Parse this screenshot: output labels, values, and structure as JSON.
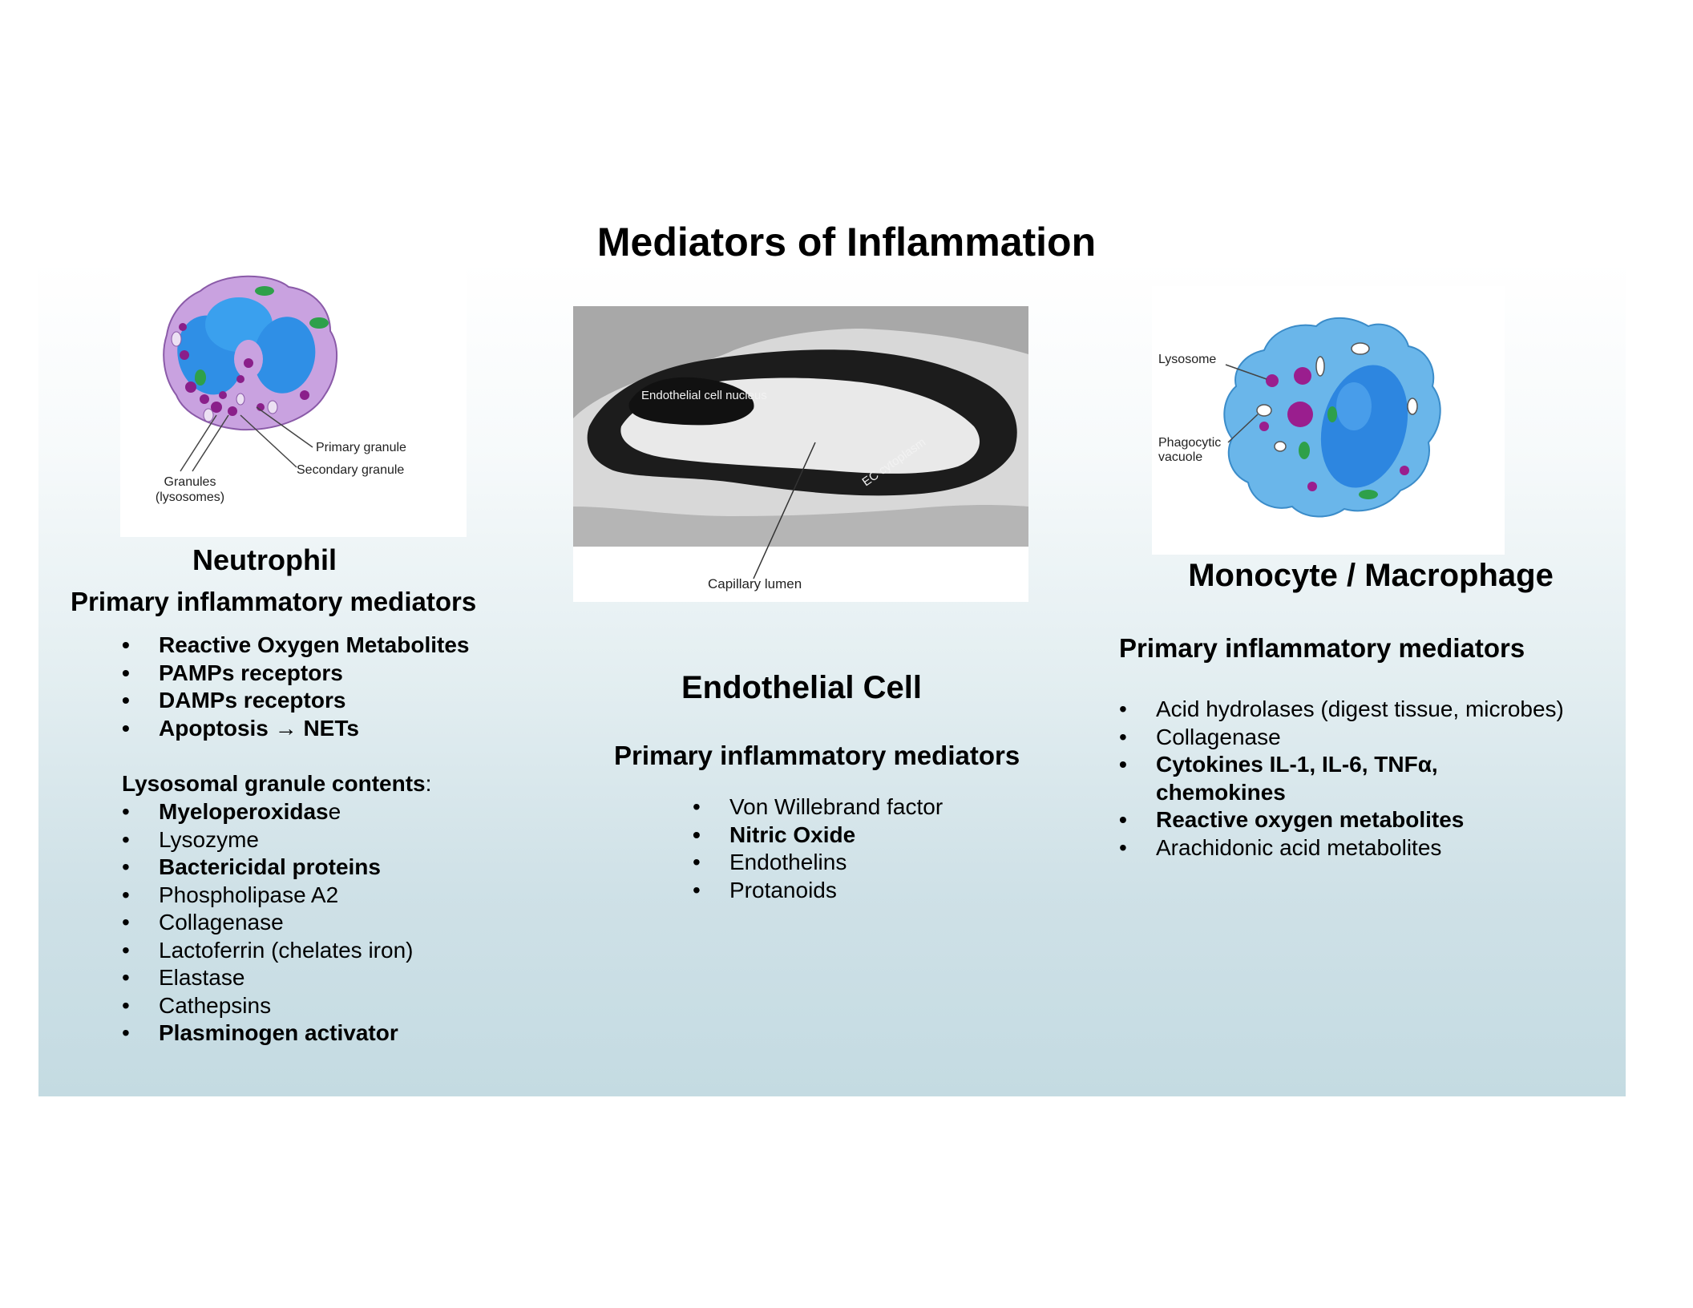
{
  "title": "Mediators of Inflammation",
  "neutrophil": {
    "name": "Neutrophil",
    "subtitle": "Primary inflammatory mediators",
    "items": [
      {
        "text": "Reactive Oxygen Metabolites"
      },
      {
        "text": "PAMPs receptors"
      },
      {
        "text": "DAMPs receptors"
      },
      {
        "pre": "Apoptosis ",
        "arrow": "→",
        "post": " NETs"
      }
    ],
    "lysosomal_heading": "Lysosomal granule contents",
    "lysosomal_colon": ":",
    "lysosomal_items": [
      {
        "bold": "Myeloperoxidas",
        "rest": "e"
      },
      {
        "bold": "",
        "rest": "Lysozyme"
      },
      {
        "bold": "Bactericidal proteins",
        "rest": ""
      },
      {
        "bold": "",
        "rest": "Phospholipase A2"
      },
      {
        "bold": "",
        "rest": "Collagenase"
      },
      {
        "bold": "",
        "rest": "Lactoferrin (chelates iron)"
      },
      {
        "bold": "",
        "rest": "Elastase"
      },
      {
        "bold": "",
        "rest": "Cathepsins"
      },
      {
        "bold": "Plasminogen activator",
        "rest": ""
      }
    ],
    "image_labels": {
      "primary_granule": "Primary granule",
      "secondary_granule": "Secondary granule",
      "granules_line1": "Granules",
      "granules_line2": "(lysosomes)"
    }
  },
  "endothelial": {
    "name": "Endothelial Cell",
    "subtitle": "Primary inflammatory mediators",
    "items": [
      {
        "text": "Von Willebrand factor",
        "bold": false
      },
      {
        "text": "Nitric Oxide",
        "bold": true
      },
      {
        "text": "Endothelins",
        "bold": false
      },
      {
        "text": "Protanoids",
        "bold": false
      }
    ],
    "image_labels": {
      "nucleus": "Endothelial  cell nucleus",
      "cytoplasm": "EC cytoplasm",
      "lumen": "Capillary lumen"
    }
  },
  "macrophage": {
    "name": "Monocyte / Macrophage",
    "subtitle": "Primary inflammatory mediators",
    "items": [
      {
        "text": "Acid hydrolases (digest tissue, microbes)",
        "bold": false
      },
      {
        "text": "Collagenase",
        "bold": false
      },
      {
        "text": "Cytokines IL-1, IL-6, TNFα, chemokines",
        "bold": true
      },
      {
        "text": "Reactive oxygen metabolites",
        "bold": true
      },
      {
        "text": "Arachidonic acid metabolites",
        "bold": false
      }
    ],
    "image_labels": {
      "lysosome": "Lysosome",
      "phagocytic_line1": "Phagocytic",
      "phagocytic_line2": "vacuole"
    }
  }
}
